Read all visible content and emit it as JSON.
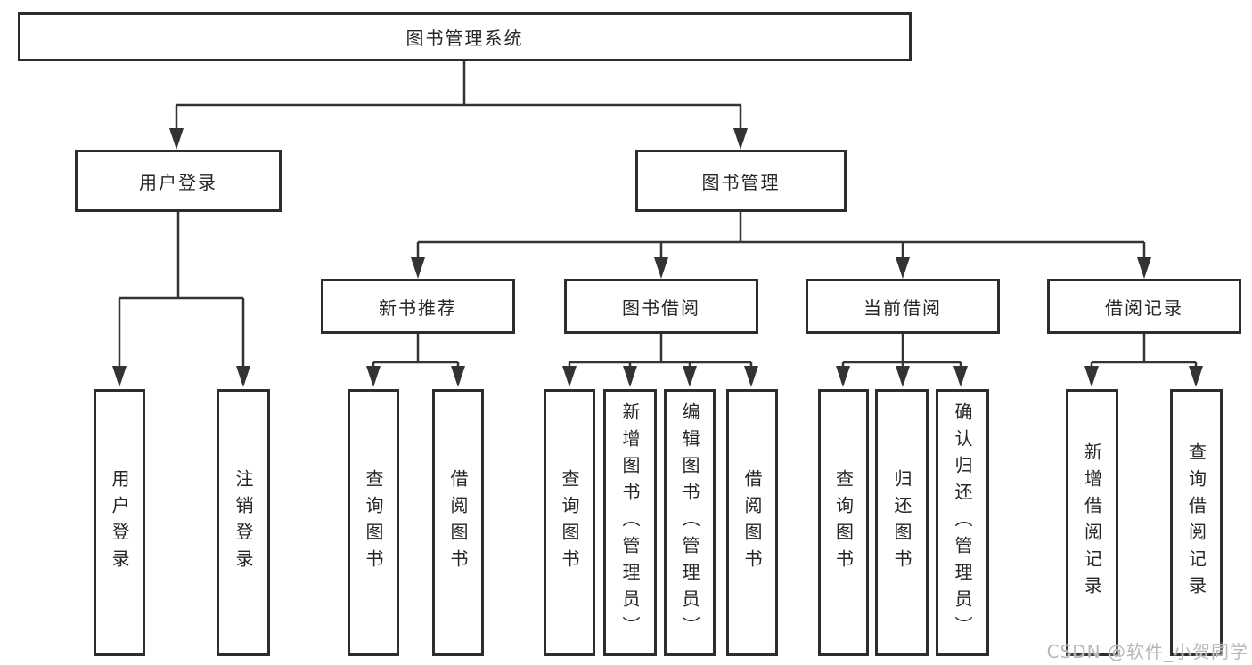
{
  "tree": {
    "root": {
      "label": "图书管理系统"
    },
    "branches": [
      {
        "label": "用户登录",
        "children": [
          {
            "label": "用户登录"
          },
          {
            "label": "注销登录"
          }
        ]
      },
      {
        "label": "图书管理",
        "children": [
          {
            "label": "新书推荐",
            "children": [
              {
                "label": "查询图书"
              },
              {
                "label": "借阅图书"
              }
            ]
          },
          {
            "label": "图书借阅",
            "children": [
              {
                "label": "查询图书"
              },
              {
                "label": "新增图书（管理员）"
              },
              {
                "label": "编辑图书（管理员）"
              },
              {
                "label": "借阅图书"
              }
            ]
          },
          {
            "label": "当前借阅",
            "children": [
              {
                "label": "查询图书"
              },
              {
                "label": "归还图书"
              },
              {
                "label": "确认归还（管理员）"
              }
            ]
          },
          {
            "label": "借阅记录",
            "children": [
              {
                "label": "新增借阅记录"
              },
              {
                "label": "查询借阅记录"
              }
            ]
          }
        ]
      }
    ]
  },
  "watermark": "CSDN @软件_小贺同学",
  "colors": {
    "line": "#333333",
    "box_border": "#2d2d2d",
    "text": "#262626",
    "watermark": "#b8b8b8",
    "background": "#ffffff"
  }
}
